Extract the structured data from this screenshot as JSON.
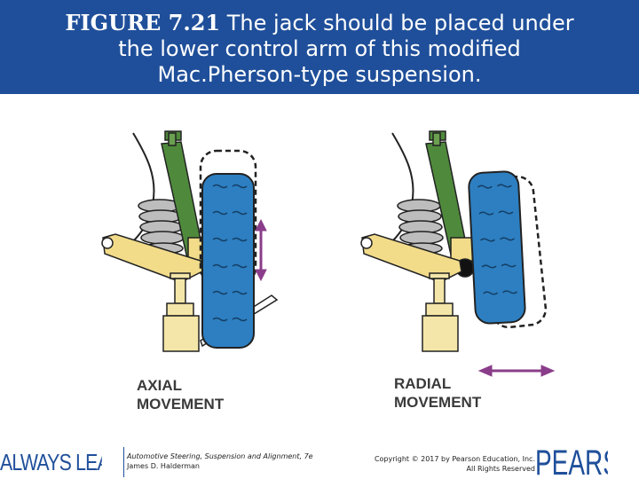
{
  "title": {
    "figure_label": "FIGURE 7.21",
    "line1_rest": " The jack should be placed under",
    "line2": "the lower control arm of this modified",
    "line3": "Mac.Pherson-type suspension."
  },
  "captions": {
    "axial_line1": "AXIAL",
    "axial_line2": "MOVEMENT",
    "radial_line1": "RADIAL",
    "radial_line2": "MOVEMENT"
  },
  "footer": {
    "always_learning": "ALWAYS LEARNING",
    "book_title": "Automotive Steering, Suspension and Alignment, 7e",
    "author": "James D. Halderman",
    "copyright_line1": "Copyright © 2017 by Pearson Education, Inc.",
    "copyright_line2": "All Rights Reserved",
    "pearson_logo": "PEARSON"
  },
  "colors": {
    "title_bar": "#1f4f9a",
    "strut": "#4f8a3c",
    "spring": "#bdbdbd",
    "control_arm": "#f2dc8a",
    "jack": "#f4e6a8",
    "tire": "#2d7fc1",
    "arrow": "#8a3d8a"
  }
}
